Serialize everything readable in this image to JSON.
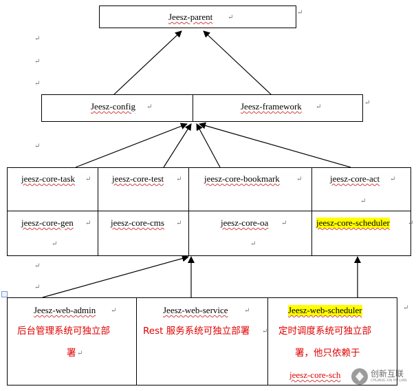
{
  "parent": {
    "label": "Jeesz-parent"
  },
  "level2": [
    {
      "label": "Jeesz-config"
    },
    {
      "label": "Jeesz-framework"
    }
  ],
  "core_row1": [
    {
      "label": "jeesz-core-task"
    },
    {
      "label": "jeesz-core-test"
    },
    {
      "label": "jeesz-core-bookmark"
    },
    {
      "label": "jeesz-core-act"
    }
  ],
  "core_row2": [
    {
      "label": "jeesz-core-gen"
    },
    {
      "label": "jeesz-core-cms"
    },
    {
      "label": "jeesz-core-oa"
    },
    {
      "label": "jeesz-core-scheduler"
    }
  ],
  "web": [
    {
      "title": "Jeesz-web-admin",
      "desc1": "后台管理系统可独立部",
      "desc2": "署"
    },
    {
      "title": "Jeesz-web-service",
      "desc1": "Rest 服务系统可独立部署"
    },
    {
      "title": "Jeesz-web-scheduler",
      "desc1": "定时调度系统可独立部",
      "desc2": "署，他只依赖于",
      "desc3": "jeesz-core-sch"
    }
  ],
  "watermark": {
    "text": "创新互联",
    "subtext": "CHUANG XIN HU LIAN"
  },
  "paragraph_mark": "↵",
  "colors": {
    "highlight": "#ffff00",
    "red_text": "#e00000",
    "border": "#000000"
  }
}
